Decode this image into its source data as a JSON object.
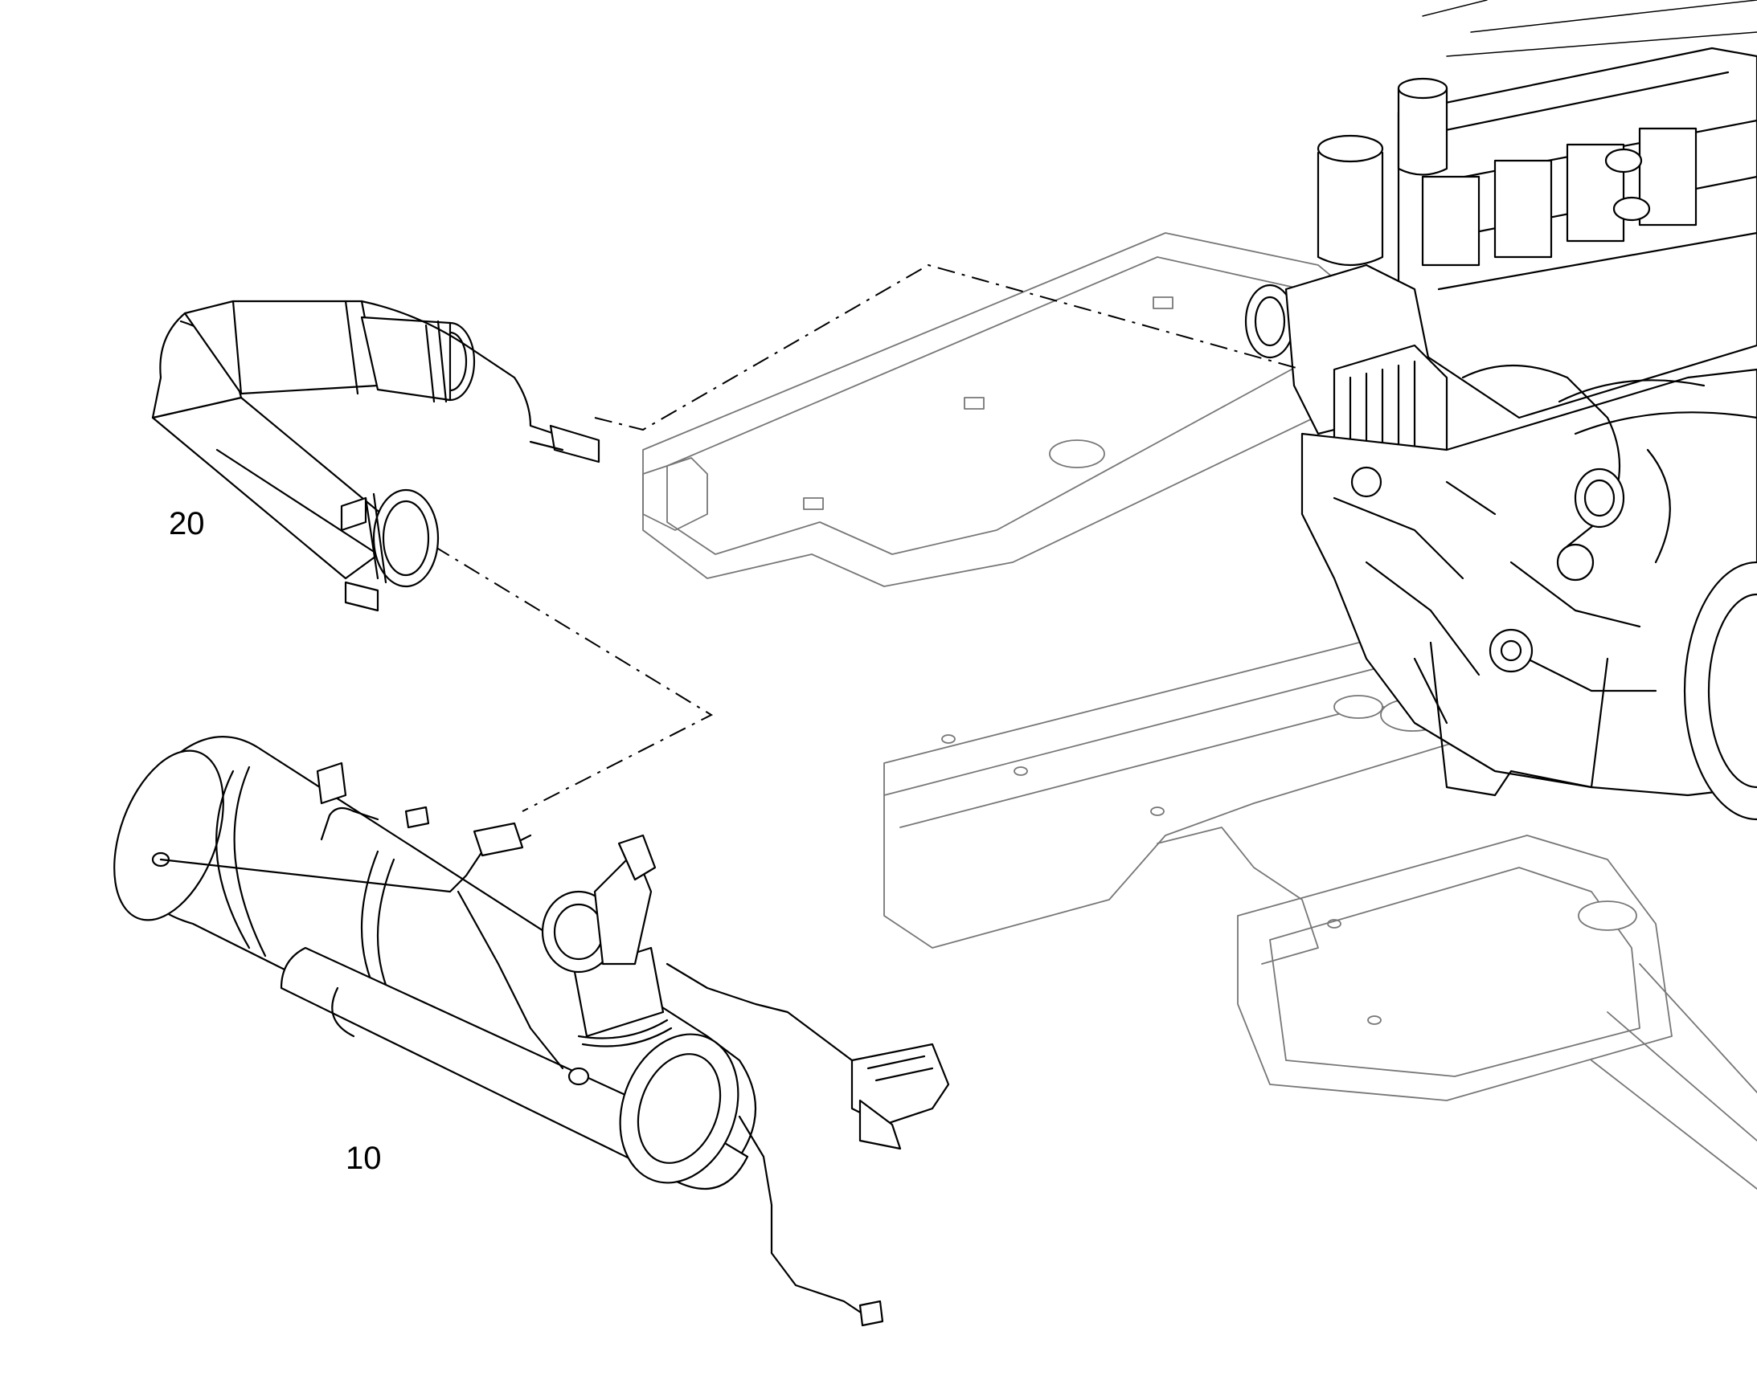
{
  "callouts": [
    {
      "id": "exhaust-pipe",
      "number": "20"
    },
    {
      "id": "aftertreatment-module",
      "number": "10"
    }
  ],
  "colors": {
    "line": "#000000",
    "background_line": "#777777",
    "paper": "#ffffff"
  }
}
